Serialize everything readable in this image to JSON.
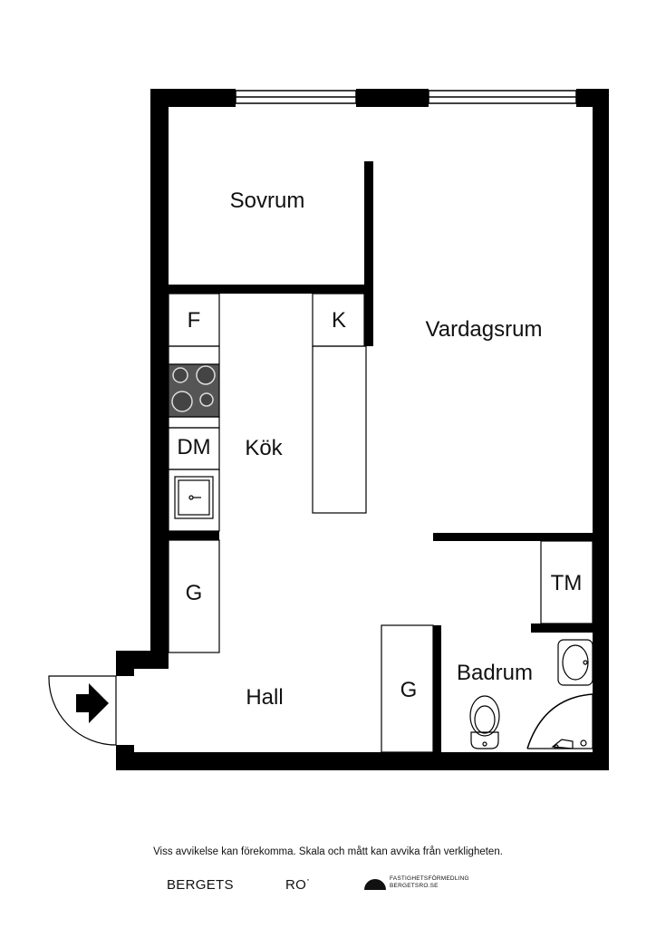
{
  "rooms": {
    "sovrum": "Sovrum",
    "vardagsrum": "Vardagsrum",
    "kok": "Kök",
    "hall": "Hall",
    "badrum": "Badrum"
  },
  "fixtures": {
    "fridge": "F",
    "cabinet_k": "K",
    "dishwasher": "DM",
    "wardrobe_kitchen": "G",
    "wardrobe_hall": "G",
    "washer": "TM"
  },
  "footer": {
    "disclaimer": "Viss avvikelse kan förekomma. Skala och mått kan avvika från verkligheten.",
    "brand_left": "BERGETS",
    "brand_right": "RO˙",
    "logo_line1": "FASTIGHETSFÖRMEDLING",
    "logo_line2": "BERGETSRO.SE"
  },
  "colors": {
    "wall": "#000000",
    "background": "#ffffff",
    "stove": "#555555"
  }
}
